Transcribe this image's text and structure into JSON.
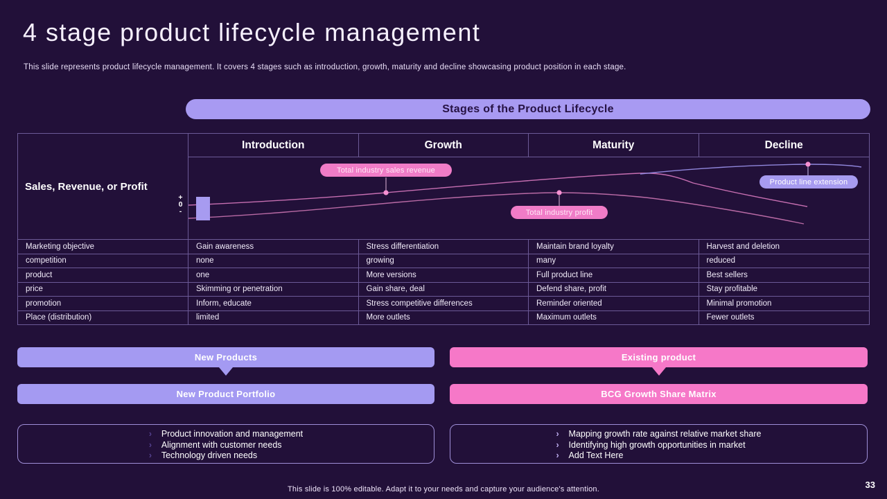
{
  "colors": {
    "background": "#221039",
    "accent_purple": "#a49af2",
    "accent_pink": "#f678c8",
    "table_border": "#6c5a97",
    "curve_pink": "#c76fb2",
    "curve_purple": "#9187dd"
  },
  "header": {
    "title": "4 stage product lifecycle management",
    "subtitle": "This slide represents product lifecycle management. It covers 4 stages such as introduction, growth, maturity and decline showcasing product position in each stage."
  },
  "banner": {
    "label": "Stages of the Product Lifecycle"
  },
  "lifecycle_table": {
    "axis_title": "Sales, Revenue, or Profit",
    "axis_marks": [
      "+",
      "0",
      "-"
    ],
    "stages": [
      "Introduction",
      "Growth",
      "Maturity",
      "Decline"
    ],
    "chart_labels": {
      "sales": "Total industry sales revenue",
      "profit": "Total industry profit",
      "extension": "Product line extension"
    },
    "rows": [
      {
        "label": "Marketing objective",
        "values": [
          "Gain awareness",
          "Stress differentiation",
          "Maintain brand loyalty",
          "Harvest and deletion"
        ]
      },
      {
        "label": "competition",
        "values": [
          "none",
          "growing",
          "many",
          "reduced"
        ]
      },
      {
        "label": "product",
        "values": [
          "one",
          "More versions",
          "Full product line",
          "Best sellers"
        ]
      },
      {
        "label": "price",
        "values": [
          "Skimming or penetration",
          "Gain share, deal",
          "Defend share, profit",
          "Stay profitable"
        ]
      },
      {
        "label": "promotion",
        "values": [
          "Inform, educate",
          "Stress competitive differences",
          "Reminder oriented",
          "Minimal promotion"
        ]
      },
      {
        "label": "Place (distribution)",
        "values": [
          "limited",
          "More outlets",
          "Maximum outlets",
          "Fewer outlets"
        ]
      }
    ]
  },
  "chart_data": {
    "type": "line",
    "title": "Stages of the Product Lifecycle",
    "x_stages": [
      "Introduction",
      "Growth",
      "Maturity",
      "Decline"
    ],
    "y_axis_marks": [
      "+",
      "0",
      "-"
    ],
    "series": [
      {
        "name": "Total industry sales revenue",
        "values_norm": [
          0.42,
          0.62,
          0.81,
          0.4
        ]
      },
      {
        "name": "Total industry profit",
        "values_norm": [
          0.26,
          0.48,
          0.57,
          0.19
        ]
      },
      {
        "name": "Product line extension",
        "values_norm": [
          null,
          null,
          0.8,
          0.92
        ]
      }
    ],
    "legend_position": "inline-callouts",
    "grid": false
  },
  "flows": {
    "marker": "›",
    "left": {
      "top_bar": "New Products",
      "bottom_bar": "New Product Portfolio",
      "items": [
        "Product innovation and management",
        "Alignment with customer needs",
        "Technology driven needs"
      ]
    },
    "right": {
      "top_bar": "Existing product",
      "bottom_bar": "BCG Growth Share Matrix",
      "items": [
        "Mapping growth rate against relative market share",
        "Identifying high growth opportunities in market",
        "Add Text Here"
      ]
    }
  },
  "footer": {
    "note": "This slide is 100% editable. Adapt it to your needs and capture your audience's attention.",
    "page_number": "33"
  }
}
